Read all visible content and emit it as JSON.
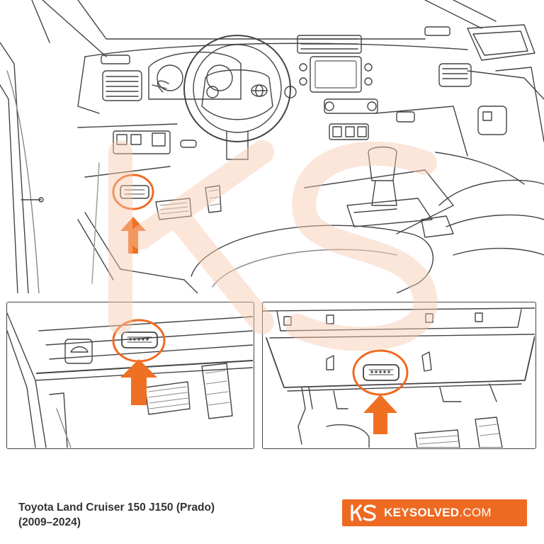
{
  "caption": {
    "line1": "Toyota Land Cruiser 150 J150 (Prado)",
    "line2": "(2009–2024)"
  },
  "brand": {
    "name_bold": "KEYSOLVED",
    "name_domain": ".COM",
    "logo_icon": "ks-logo-icon"
  },
  "colors": {
    "accent": "#ee6a22",
    "line": "#444444",
    "watermark": "#fbe3d4"
  },
  "panels": {
    "main": "dashboard-overview",
    "left": "obd-port-closeup-left",
    "right": "obd-port-closeup-right"
  }
}
